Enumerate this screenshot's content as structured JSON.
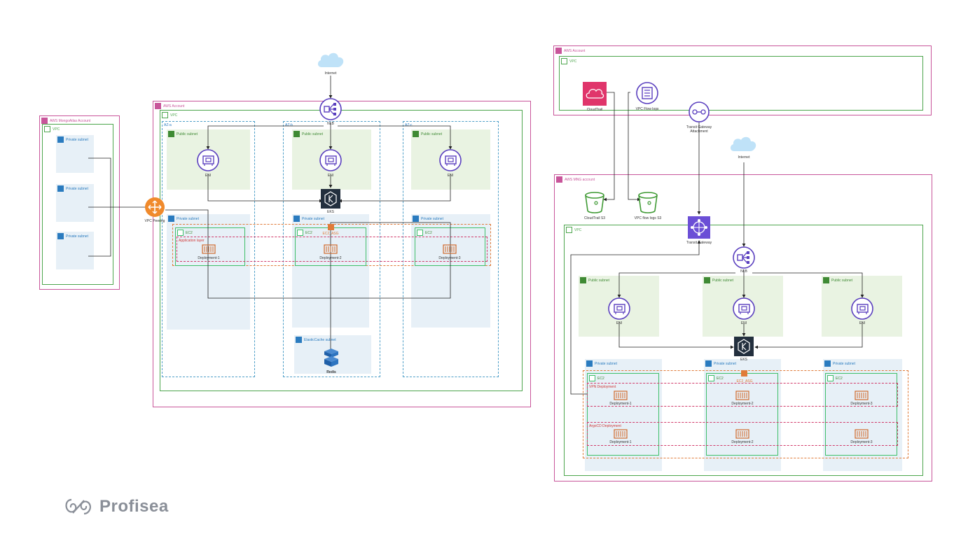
{
  "labels": {
    "aws_account": "AWS Account",
    "vpc": "VPC",
    "mongo_account": "AWS MongoAtlas Account",
    "mng_account": "AWS MNG account",
    "public_subnet": "Public subnet",
    "private_subnet": "Private subnet",
    "az_a": "AZ-a",
    "az_b": "AZ-b",
    "az_c": "AZ-c",
    "ec2": "EC2",
    "ec2_asg": "EC2_ASG",
    "application_layer": "Application layer",
    "elasticache_subnet": "ElasticCache subnet",
    "vpn_deployment": "VPN Deployment",
    "argocd_deployment": "ArgoCD Deployment"
  },
  "captions": {
    "internet": "Internet",
    "nlb": "NLB",
    "eni": "ENI",
    "eks": "EKS",
    "redis": "Redis",
    "vpc_peering": "VPC Peering",
    "cloudtrail": "CloudTrail",
    "vpc_flow_logs": "VPC Flow logs",
    "tgw_attachment": "Transit Gateway Attachment",
    "cloudtrail_s3": "CloudTrail S3",
    "vpc_flow_logs_s3": "VPC flow logs S3",
    "transit_gateway": "Transit Gateway",
    "deployment_1": "Deployment-1",
    "deployment_2": "Deployment-2",
    "deployment_3": "Deployment-3"
  },
  "brand": {
    "name": "Profisea"
  },
  "colors": {
    "account": "#c8559a",
    "vpc": "#4da64d",
    "public_subnet": "#e9f3e2",
    "private_subnet": "#e7f0f7",
    "network_icon": "#5a3fbf",
    "peering": "#f08a2c",
    "cloudtrail": "#e0356b",
    "s3": "#3f9a34",
    "eks": "#232f3e",
    "container": "#d0692a"
  },
  "icons": [
    "cloud-icon",
    "nlb-icon",
    "eni-icon",
    "eks-icon",
    "redis-icon",
    "vpc-peering-icon",
    "cloudtrail-icon",
    "flow-logs-icon",
    "tgw-attachment-icon",
    "s3-bucket-icon",
    "transit-gateway-icon",
    "container-icon",
    "profisea-logo"
  ]
}
